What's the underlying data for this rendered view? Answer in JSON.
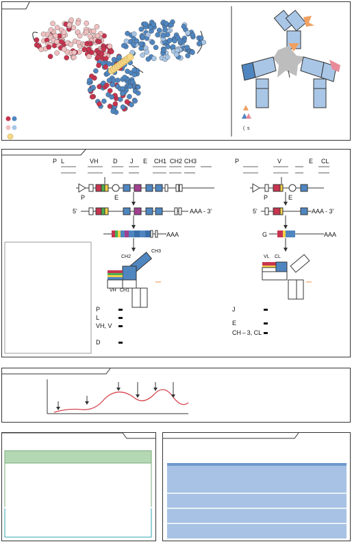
{
  "gene_top": {
    "left_labels": [
      {
        "text": "P"
      },
      {
        "text": "L"
      },
      {
        "text": "VH"
      },
      {
        "text": "D"
      },
      {
        "text": "J"
      },
      {
        "text": "E"
      },
      {
        "text": "CH1"
      },
      {
        "text": "CH2"
      },
      {
        "text": "CH3"
      }
    ],
    "right_labels": [
      {
        "text": "P"
      },
      {
        "text": "V"
      },
      {
        "text": "E"
      },
      {
        "text": "CL"
      }
    ],
    "left_row1_under": [
      "P",
      "E"
    ],
    "right_row1_under": [
      "P",
      "E"
    ],
    "left_mrna_5": "5'",
    "left_mrna_3": "AAA - 3'",
    "right_mrna_5": "5'",
    "right_mrna_3": "AAA - 3'",
    "left_mature_tail": "AAA",
    "right_mature_head": "G",
    "right_mature_tail": "AAA",
    "left_domain_top": "CH3",
    "left_domain_mid": "CH2",
    "left_domain_v": "VH",
    "left_domain_c": "CH1",
    "right_domain_v": "VL",
    "right_domain_c": "CL"
  },
  "legend_left": [
    {
      "key": "P",
      "color": "#111"
    },
    {
      "key": "L",
      "color": "#111"
    },
    {
      "key": "VH, V",
      "color": "#111"
    },
    {
      "key": "D",
      "color": "#111"
    }
  ],
  "legend_right": [
    {
      "key": "J",
      "color": "#111"
    },
    {
      "key": "E",
      "color": "#111"
    },
    {
      "key": "CH – 3, CL",
      "color": "#111"
    }
  ],
  "colors": {
    "red": "#c8344f",
    "pink": "#f0c0c0",
    "blue": "#4f86c0",
    "lightblue": "#a9c6e6",
    "yellow": "#f6d98a",
    "green": "#b4d8b4",
    "orange": "#f0a060",
    "grey": "#bdbdbd",
    "tablehead": "#a7c2e4"
  }
}
